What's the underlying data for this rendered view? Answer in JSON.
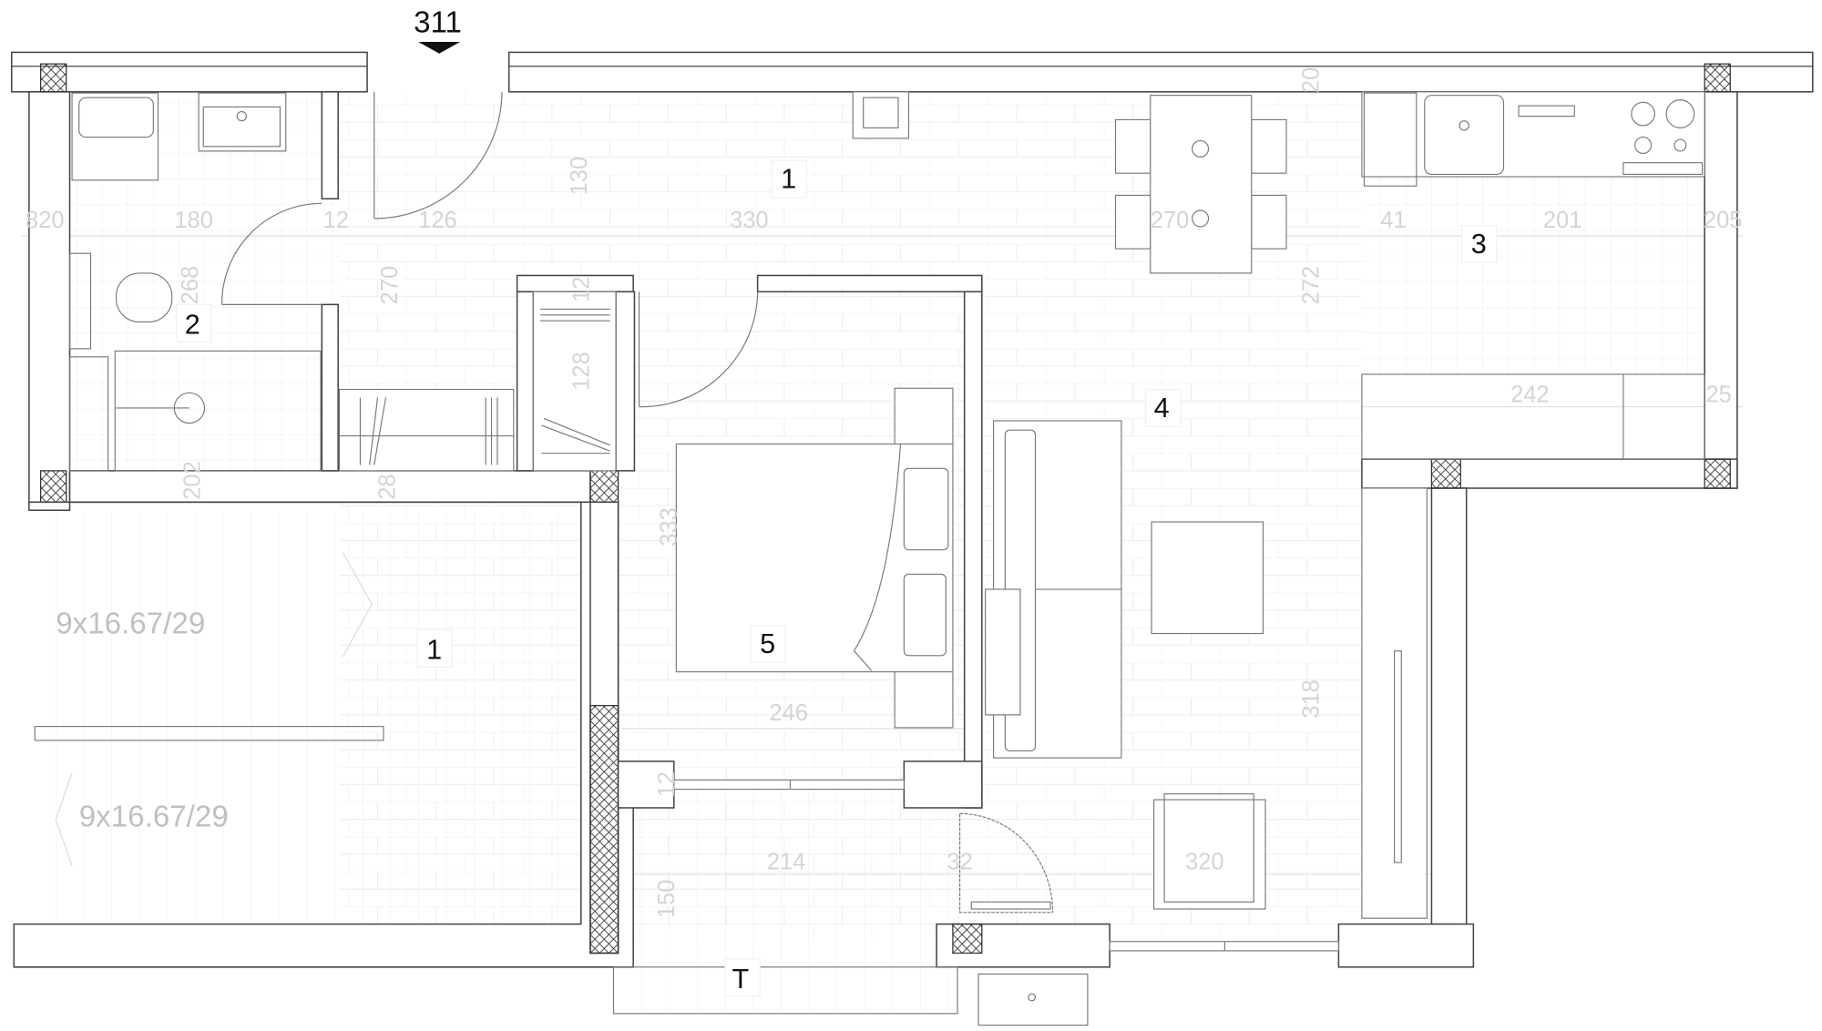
{
  "plan": {
    "section_marker": "311",
    "rooms": {
      "entry": "1",
      "bathroom": "2",
      "kitchen": "3",
      "living": "4",
      "bedroom": "5",
      "stair_hall": "1",
      "terrace": "T"
    },
    "stairs": [
      "9x16.67/29",
      "9x16.67/29"
    ],
    "dimensions": {
      "d820": "820",
      "d180": "180",
      "d12a": "12",
      "d126": "126",
      "d130": "130",
      "d330": "330",
      "d270a": "270",
      "d268": "268",
      "d28": "28",
      "d202": "202",
      "d128": "128",
      "d12b": "12",
      "d333": "333",
      "d246": "246",
      "d12c": "12",
      "d214": "214",
      "d150": "150",
      "d32": "32",
      "d320": "320",
      "d318": "318",
      "d272": "272",
      "d20": "20",
      "d270b": "270",
      "d41": "41",
      "d201": "201",
      "d205": "205",
      "d242": "242",
      "d25": "25"
    },
    "colors": {
      "wall": "#444444",
      "furniture": "#777777",
      "dimension": "#d4d4d4"
    }
  }
}
